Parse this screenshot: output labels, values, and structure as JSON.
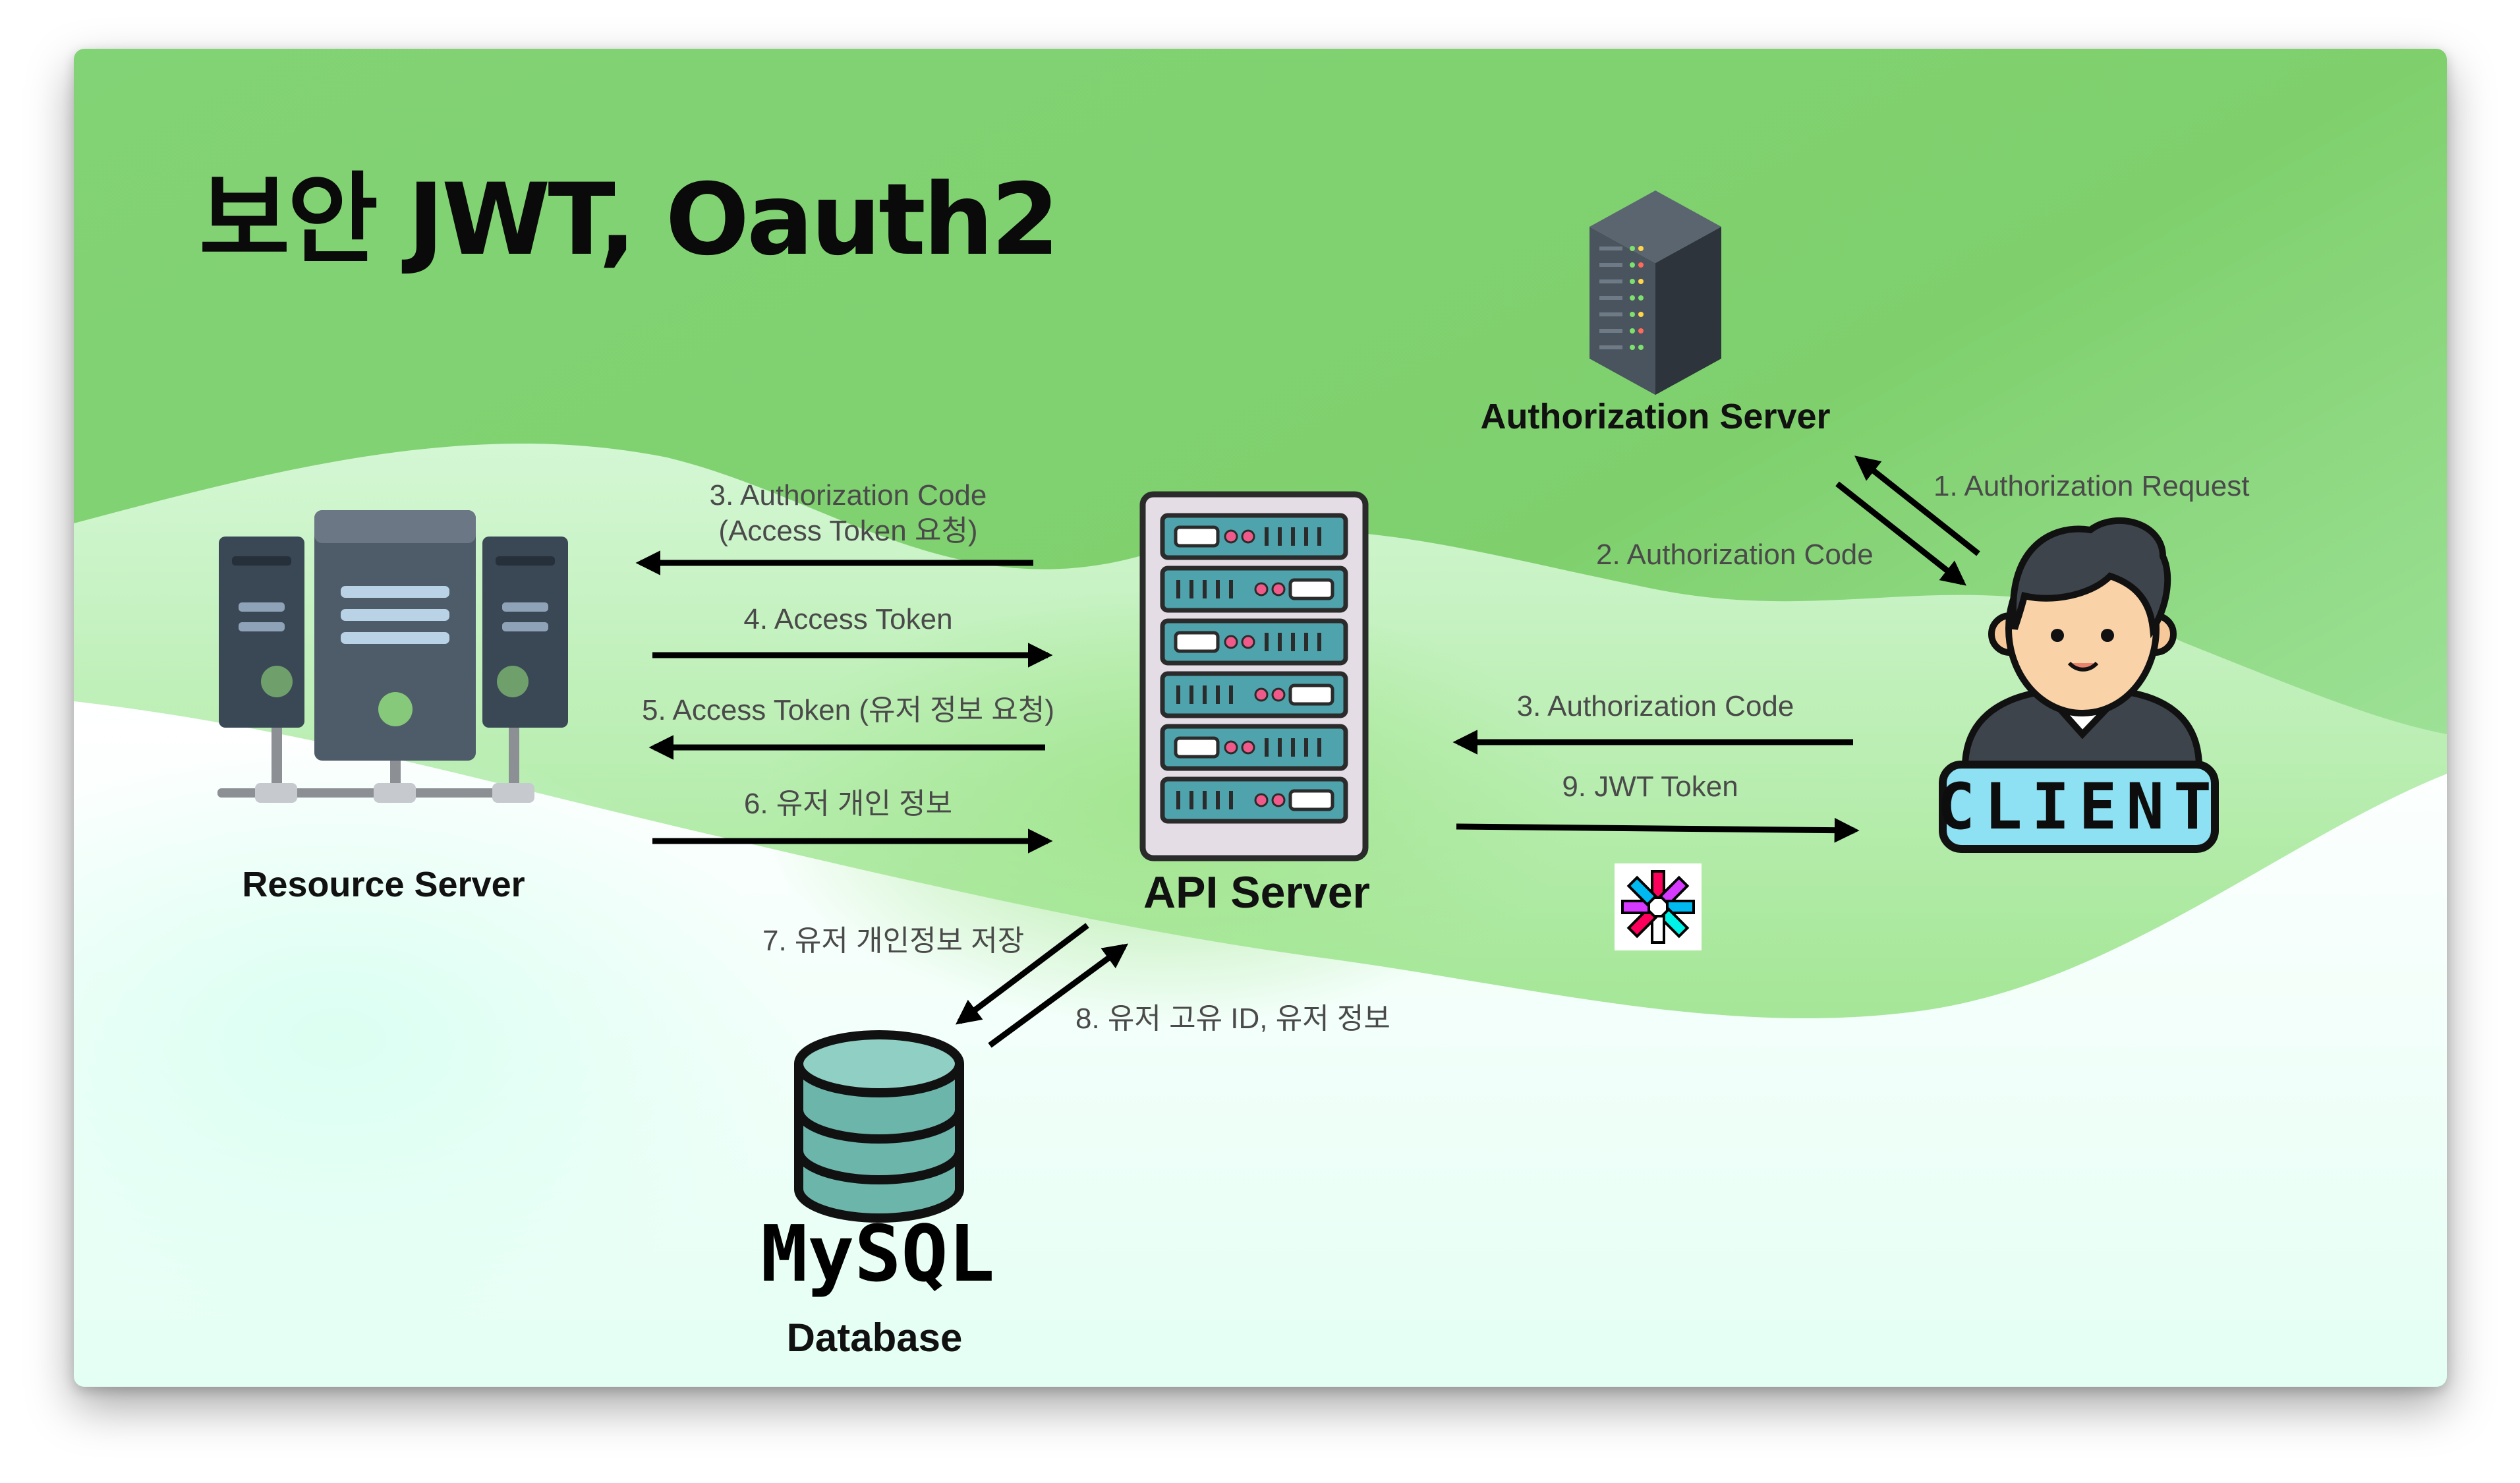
{
  "title": "보안 JWT, Oauth2",
  "nodes": {
    "authorization_server": "Authorization Server",
    "resource_server": "Resource Server",
    "api_server": "API Server",
    "client_badge": "CLIENT",
    "mysql_logo": "MySQL",
    "database": "Database"
  },
  "edges": {
    "api_to_resource_authcode_line1": "3. Authorization Code",
    "api_to_resource_authcode_line2": "(Access Token 요청)",
    "resource_to_api_access_token": "4. Access Token",
    "api_to_resource_user_info_request": "5. Access Token (유저 정보 요청)",
    "resource_to_api_user_info": "6. 유저 개인 정보",
    "api_to_db_save": "7. 유저 개인정보 저장",
    "db_to_api_return": "8. 유저 고유 ID, 유저 정보",
    "client_to_auth_request": "1. Authorization Request",
    "auth_to_client_code": "2. Authorization Code",
    "client_to_api_code": "3. Authorization Code",
    "api_to_client_jwt": "9. JWT Token"
  },
  "icons": {
    "authorization_server": "server-tower-icon",
    "resource_server": "server-rack-cluster-icon",
    "api_server": "server-rack-icon",
    "database": "database-cylinder-icon",
    "client": "user-avatar-icon",
    "jwt": "jwt-logo-icon"
  },
  "colors": {
    "background_green": "#8dd97a",
    "background_mint": "#eafff8",
    "arrow": "#000000",
    "server_teal": "#4fa3ad",
    "database_teal": "#6bb5aa",
    "client_badge": "#8ee0f3"
  }
}
